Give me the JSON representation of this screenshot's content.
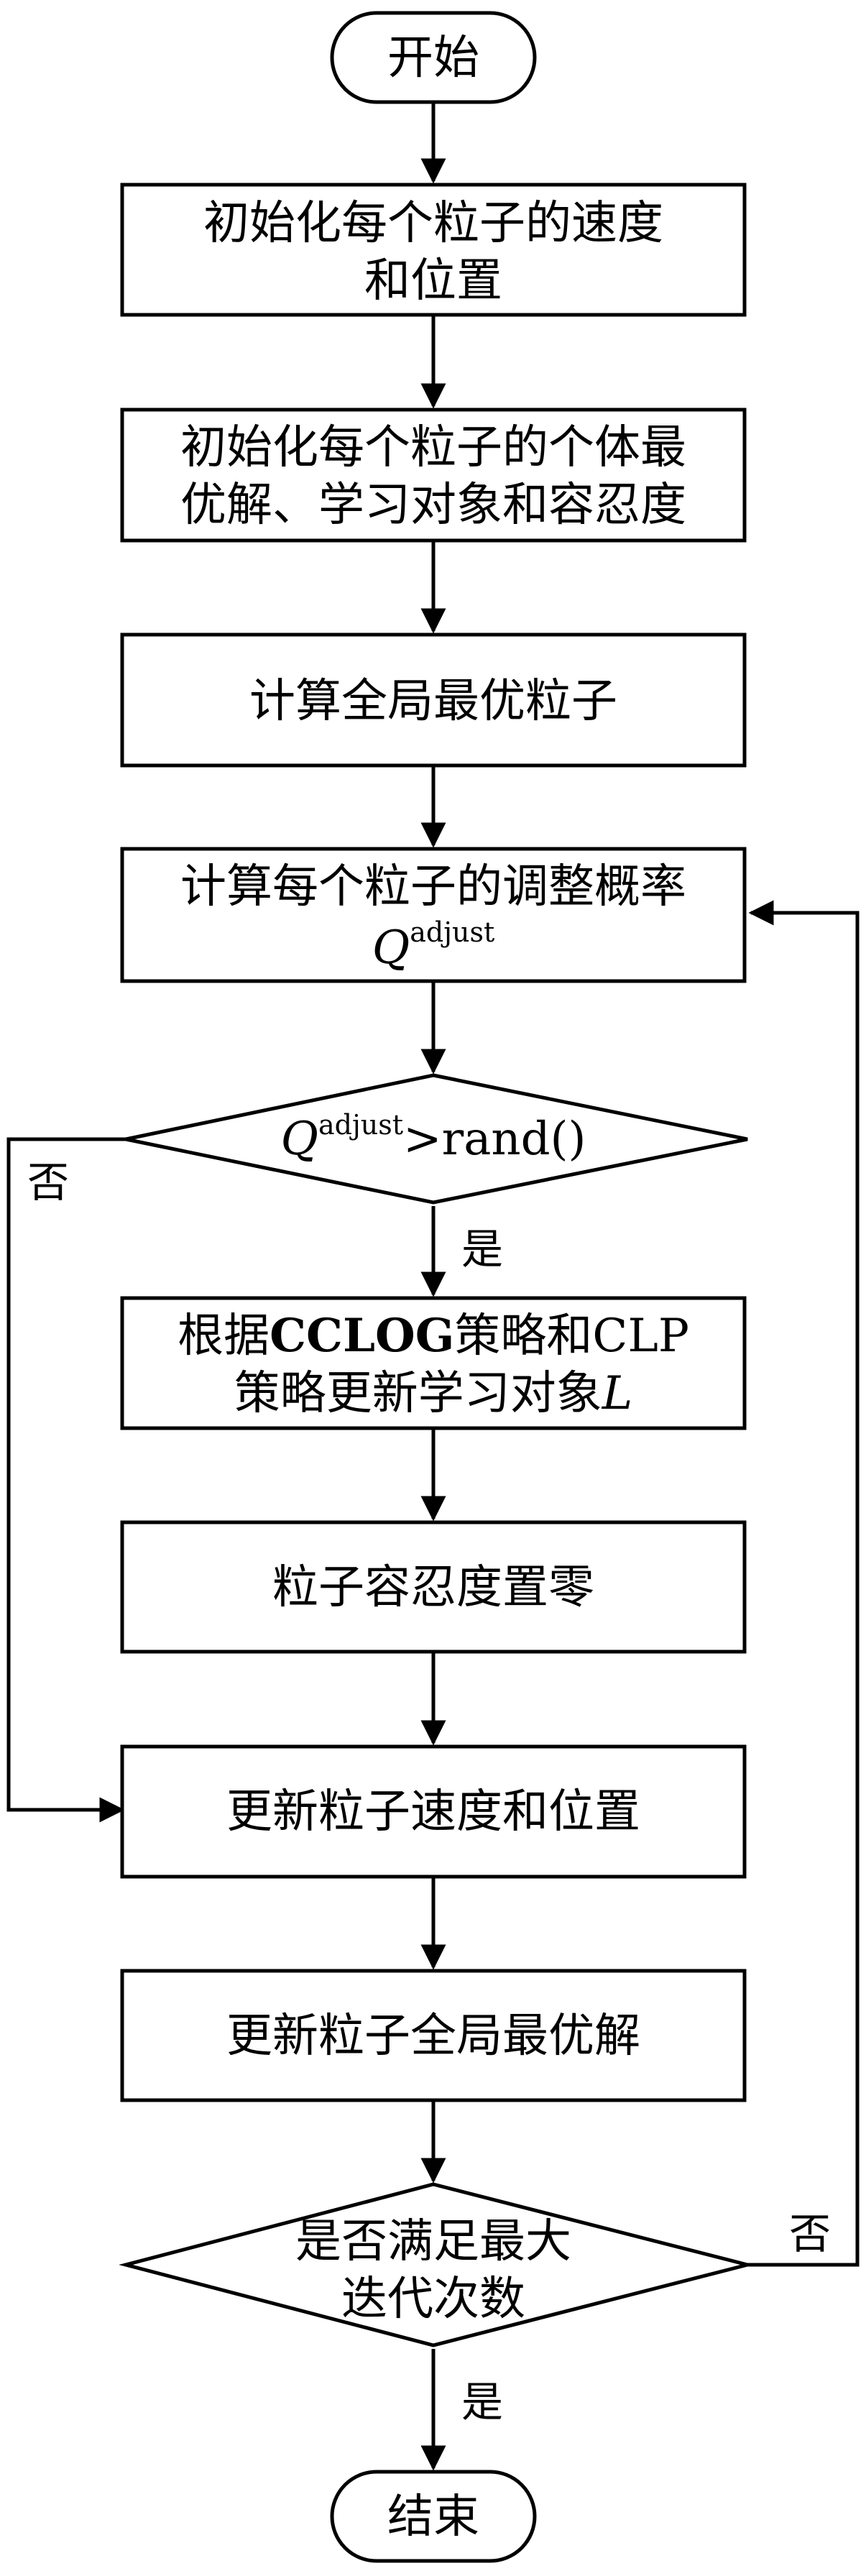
{
  "flowchart": {
    "start": "开始",
    "init_velocity_position": [
      "初始化每个粒子的速度",
      "和位置"
    ],
    "init_pbest": [
      "初始化每个粒子的个体最",
      "优解、学习对象和容忍度"
    ],
    "calc_gbest": "计算全局最优粒子",
    "calc_prob_line1": "计算每个粒子的调整概率",
    "q_symbol": "Q",
    "q_superscript": "adjust",
    "decision_compare": ">rand()",
    "update_learning_line1_a": "根据",
    "update_learning_line1_b": "CCLOG",
    "update_learning_line1_c": "策略和",
    "update_learning_line1_d": "CLP",
    "update_learning_line2_a": "策略更新学习对象",
    "update_learning_line2_b": "L",
    "tolerance_reset": "粒子容忍度置零",
    "update_velocity": "更新粒子速度和位置",
    "update_gbest": "更新粒子全局最优解",
    "decision_max_iter": [
      "是否满足最大",
      "迭代次数"
    ],
    "end": "结束",
    "label_yes_1": "是",
    "label_no_1": "否",
    "label_yes_2": "是",
    "label_no_2": "否"
  }
}
